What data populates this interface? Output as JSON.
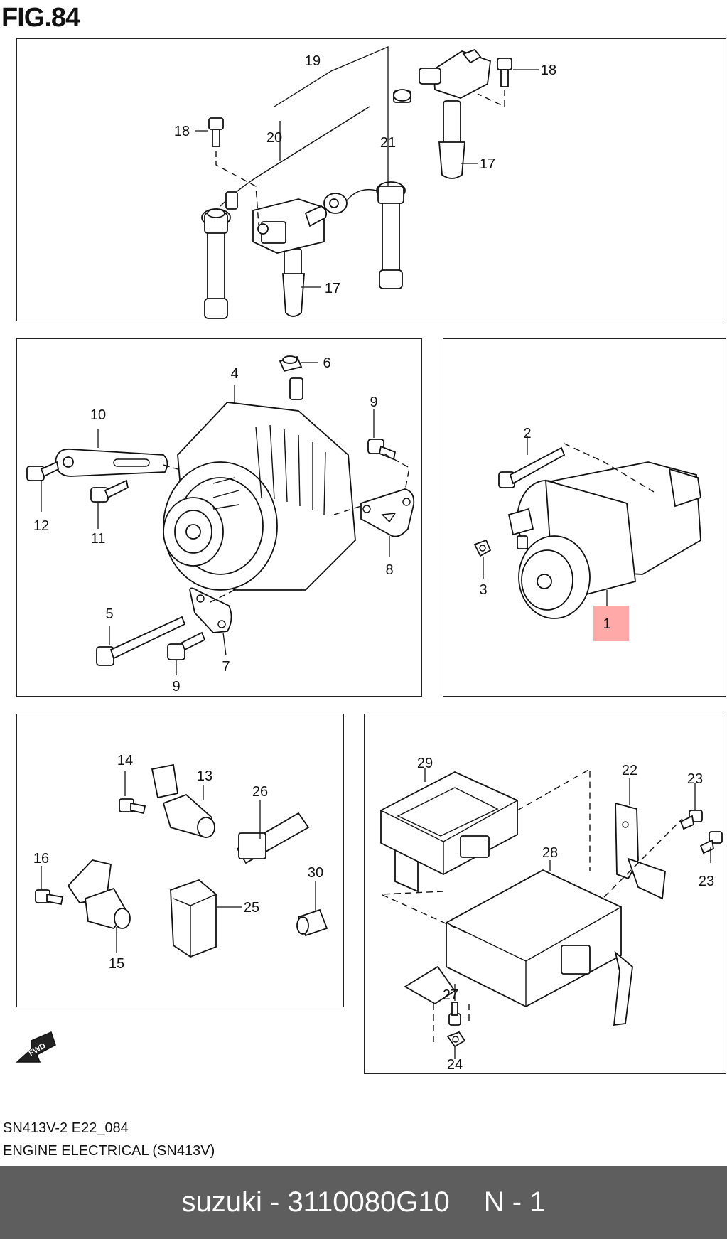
{
  "figure_title": "FIG.84",
  "callouts": {
    "p1_18a": "18",
    "p1_19": "19",
    "p1_18b": "18",
    "p1_20": "20",
    "p1_21": "21",
    "p1_17a": "17",
    "p1_17b": "17",
    "p2_4": "4",
    "p2_6": "6",
    "p2_10": "10",
    "p2_9a": "9",
    "p2_12": "12",
    "p2_11": "11",
    "p2_8": "8",
    "p2_5": "5",
    "p2_7": "7",
    "p2_9b": "9",
    "p3_2": "2",
    "p3_3": "3",
    "p3_1": "1",
    "p4_14": "14",
    "p4_13": "13",
    "p4_26": "26",
    "p4_16": "16",
    "p4_30": "30",
    "p4_25": "25",
    "p4_15": "15",
    "p5_29": "29",
    "p5_22": "22",
    "p5_23a": "23",
    "p5_23b": "23",
    "p5_28": "28",
    "p5_27": "27",
    "p5_24": "24"
  },
  "fwd_label": "FWD",
  "footer": {
    "code": "SN413V-2 E22_084",
    "section": "ENGINE ELECTRICAL (SN413V)"
  },
  "bottom_bar": {
    "brand": "suzuki",
    "separator": " - ",
    "part_number": "3110080G10",
    "page_ref": "N - 1"
  },
  "colors": {
    "highlight": "#ff9a9a",
    "bar_bg": "#5e5e5e"
  }
}
